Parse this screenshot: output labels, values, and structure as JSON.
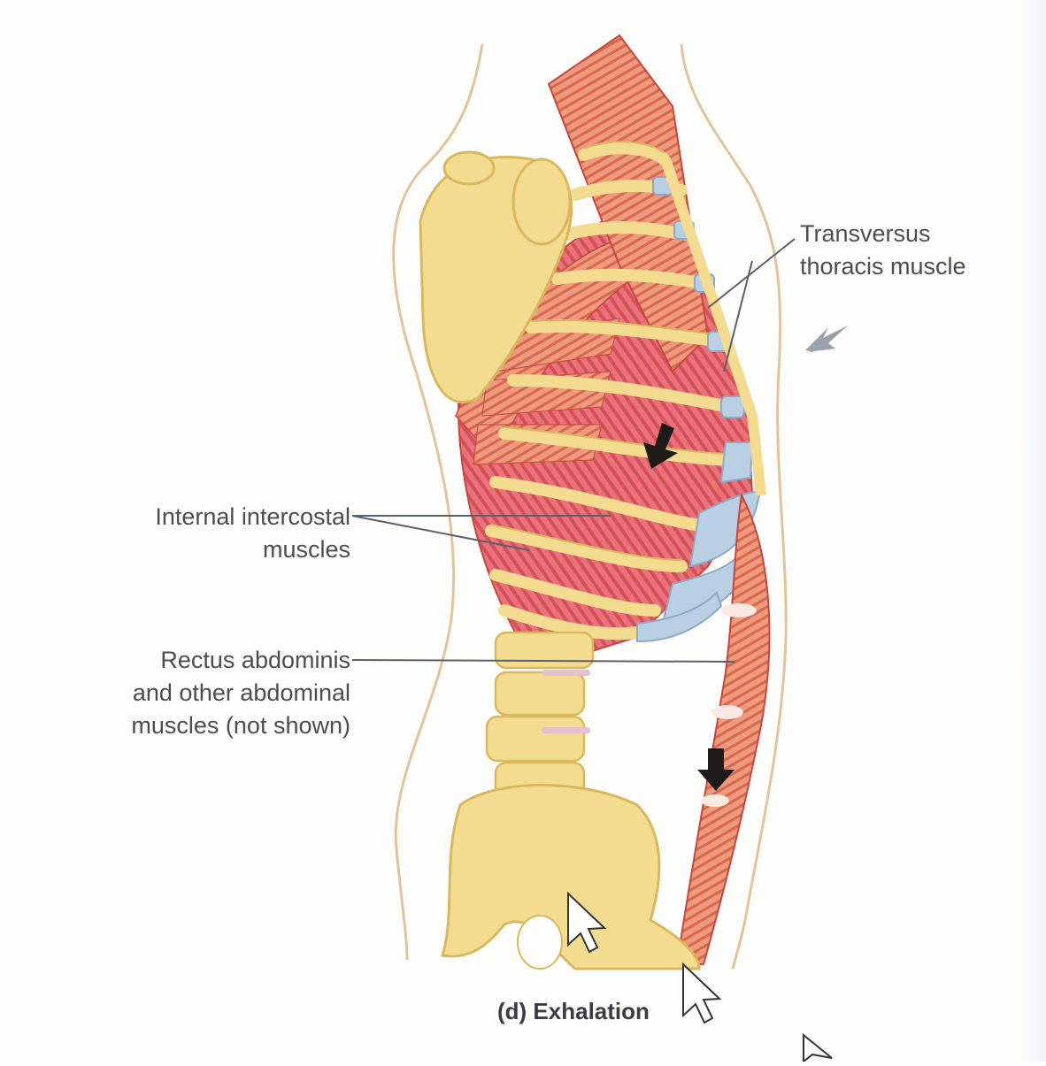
{
  "labels": {
    "transversus_line1": "Transversus",
    "transversus_line2": "thoracis muscle",
    "internal_line1": "Internal intercostal",
    "internal_line2": "muscles",
    "rectus_line1": "Rectus abdominis",
    "rectus_line2": "and other abdominal",
    "rectus_line3": "muscles (not shown)"
  },
  "caption": "(d) Exhalation",
  "colors": {
    "bone": "#f3dc8f",
    "bone_outline": "#d9b85e",
    "muscle": "#e7685d",
    "muscle_dark": "#c7463f",
    "cartilage": "#b9cfe4",
    "body_outline": "#e2c49c",
    "leader_line": "#5a6169",
    "arrow": "#1e1a18"
  },
  "icons": [
    "motion-arrow-icon",
    "mouse-cursor-icon"
  ]
}
